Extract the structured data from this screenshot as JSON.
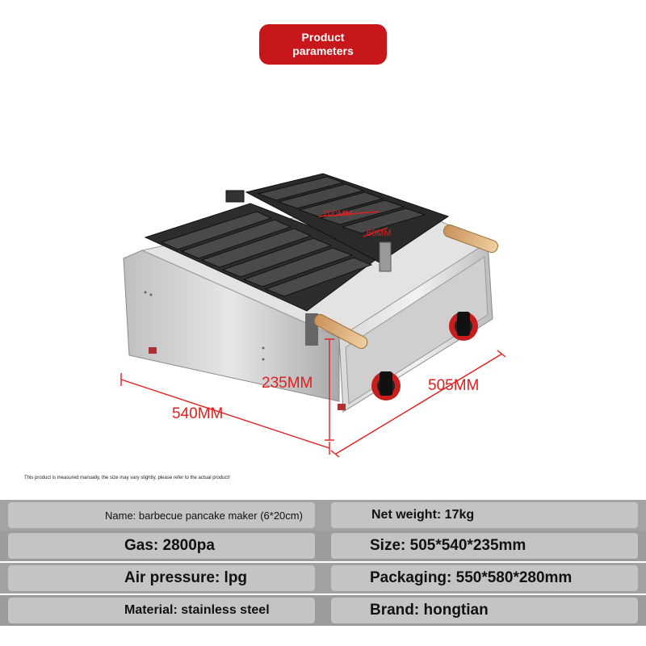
{
  "header": {
    "line1": "Product",
    "line2": "parameters"
  },
  "dimensions": {
    "width": "540MM",
    "depth": "505MM",
    "height": "235MM",
    "mold_length": "200MM",
    "mold_width": "60MM"
  },
  "disclaimer": "This product is measured manually, the size may vary slightly, please refer to the actual product!",
  "specs": [
    {
      "left": "Name: barbecue pancake maker (6*20cm)",
      "right": "Net weight: 17kg"
    },
    {
      "left": "Gas: 2800pa",
      "right": "Size: 505*540*235mm"
    },
    {
      "left": "Air pressure: lpg",
      "right": "Packaging: 550*580*280mm"
    },
    {
      "left": "Material: stainless steel",
      "right": "Brand: hongtian"
    }
  ],
  "colors": {
    "accent": "#c8171b",
    "row_bg": "#9e9e9e",
    "dimension_line": "#e01f1f"
  }
}
